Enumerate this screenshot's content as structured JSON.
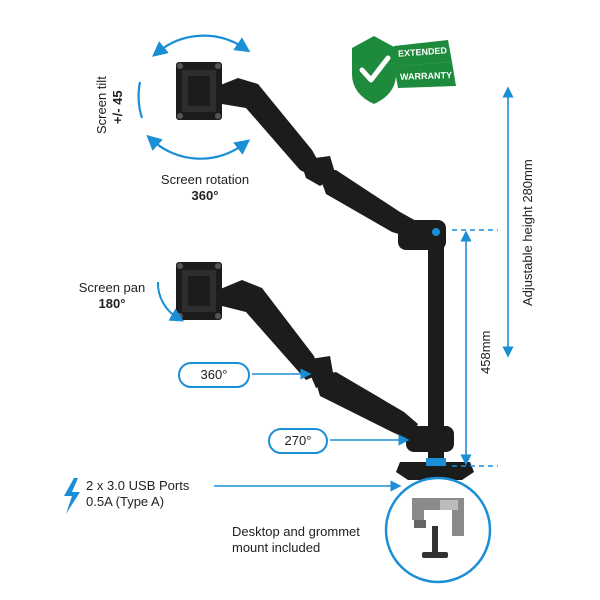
{
  "badge": {
    "line1": "EXTENDED",
    "line2": "WARRANTY"
  },
  "labels": {
    "tilt_line1": "Screen tilt",
    "tilt_line2": "+/- 45",
    "rotation_line1": "Screen rotation",
    "rotation_line2": "360°",
    "pan_line1": "Screen pan",
    "pan_line2": "180°",
    "arm_rotation": "360°",
    "base_rotation": "270°",
    "height_adjust": "Adjustable height 280mm",
    "pole_height": "458mm",
    "usb_line1": "2 x 3.0 USB Ports",
    "usb_line2": "0.5A (Type A)",
    "mount_line1": "Desktop and grommet",
    "mount_line2": "mount included"
  },
  "colors": {
    "accent": "#1a8fd6",
    "arm": "#1c1c1c",
    "badge_green": "#1e8a3c"
  },
  "icons": [
    "check-shield-icon",
    "lightning-icon",
    "usb-port-icon",
    "clamp-mount-icon"
  ]
}
